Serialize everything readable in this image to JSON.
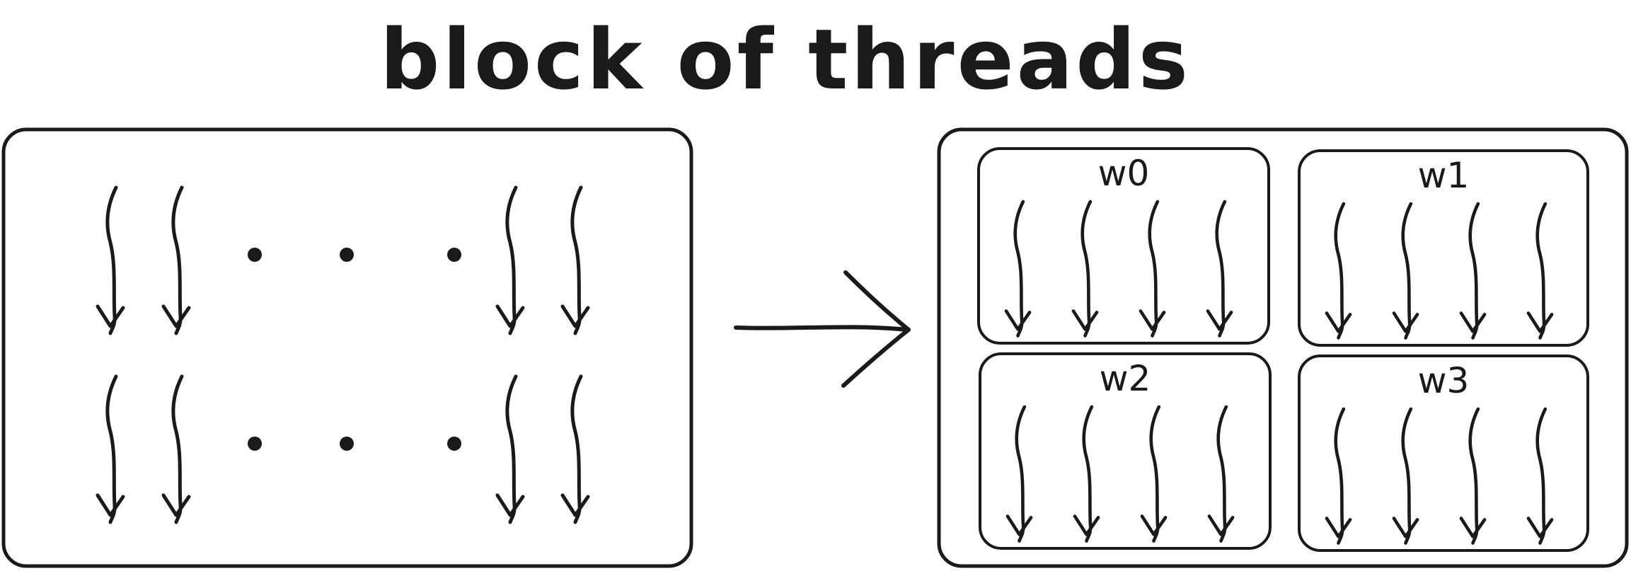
{
  "title": "block of threads",
  "block": {
    "rows": 2,
    "threads_left_per_row": 2,
    "ellipsis_dots_per_row": 3,
    "threads_right_per_row": 2
  },
  "warps": [
    {
      "label": "w0",
      "threads": 4
    },
    {
      "label": "w1",
      "threads": 4
    },
    {
      "label": "w2",
      "threads": 4
    },
    {
      "label": "w3",
      "threads": 4
    }
  ],
  "colors": {
    "ink": "#1a1a1a",
    "background": "#ffffff"
  }
}
